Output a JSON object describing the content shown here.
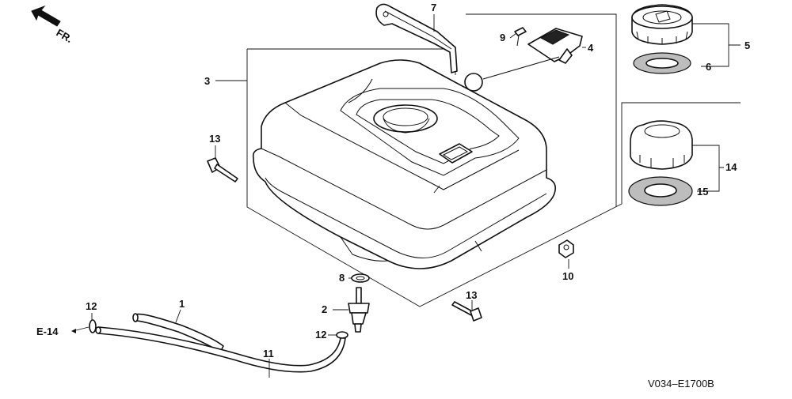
{
  "orientation": {
    "text": "FR.",
    "arrow_icon": "front-direction-arrow-icon"
  },
  "reference": {
    "text": "E-14"
  },
  "diagram_code": "V034–E1700B",
  "callouts": {
    "c1": "1",
    "c2": "2",
    "c3": "3",
    "c4": "4",
    "c5": "5",
    "c6": "6",
    "c7": "7",
    "c8": "8",
    "c9": "9",
    "c10": "10",
    "c11": "11",
    "c12a": "12",
    "c12b": "12",
    "c13a": "13",
    "c13b": "13",
    "c14": "14",
    "c15": "15"
  }
}
